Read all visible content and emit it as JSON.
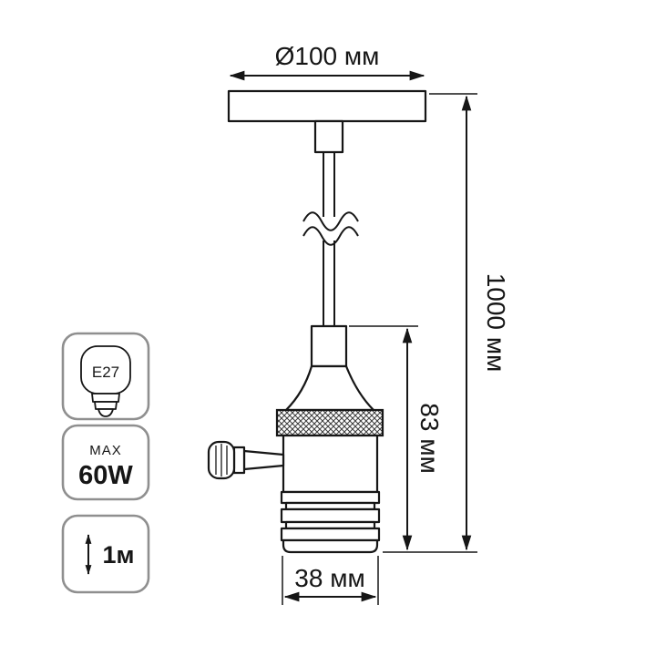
{
  "dimensions": {
    "canopy_diameter": "Ø100 мм",
    "total_height": "1000 мм",
    "socket_height": "83 мм",
    "socket_diameter": "38 мм"
  },
  "specs": {
    "socket_type": "E27",
    "max_label": "MAX",
    "max_power": "60W",
    "cable_length": "1м"
  },
  "icons": {
    "bulb": "bulb-icon",
    "cable_break": "cable-break-icon",
    "length_arrow": "vertical-double-arrow-icon",
    "dimension_arrows": "double-headed-arrow"
  },
  "colors": {
    "line": "#161616",
    "badge_border": "#8f8f8f",
    "background": "#ffffff"
  }
}
